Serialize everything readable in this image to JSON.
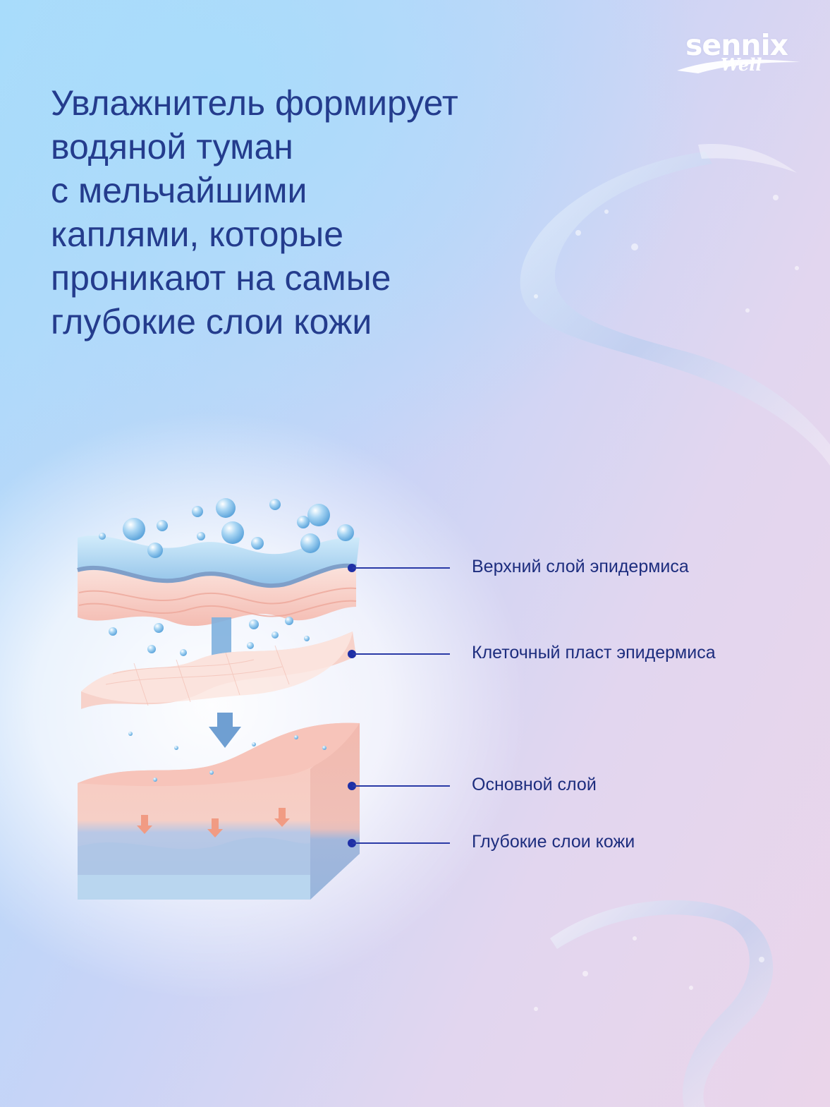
{
  "brand": {
    "name": "sennix",
    "sub": "Well"
  },
  "headline": {
    "lines": [
      "Увлажнитель формирует",
      "водяной туман",
      "с мельчайшими",
      "каплями, которые",
      "проникают на самые",
      "глубокие слои кожи"
    ]
  },
  "diagram": {
    "layers": [
      {
        "label": "Верхний слой эпидермиса"
      },
      {
        "label": "Клеточный пласт эпидермиса"
      },
      {
        "label": "Основной слой"
      },
      {
        "label": "Глубокие слои кожи"
      }
    ]
  },
  "colors": {
    "headline": "#243c8d",
    "callout_dot": "#1e2fa6",
    "callout_text": "#1d2d7e"
  }
}
